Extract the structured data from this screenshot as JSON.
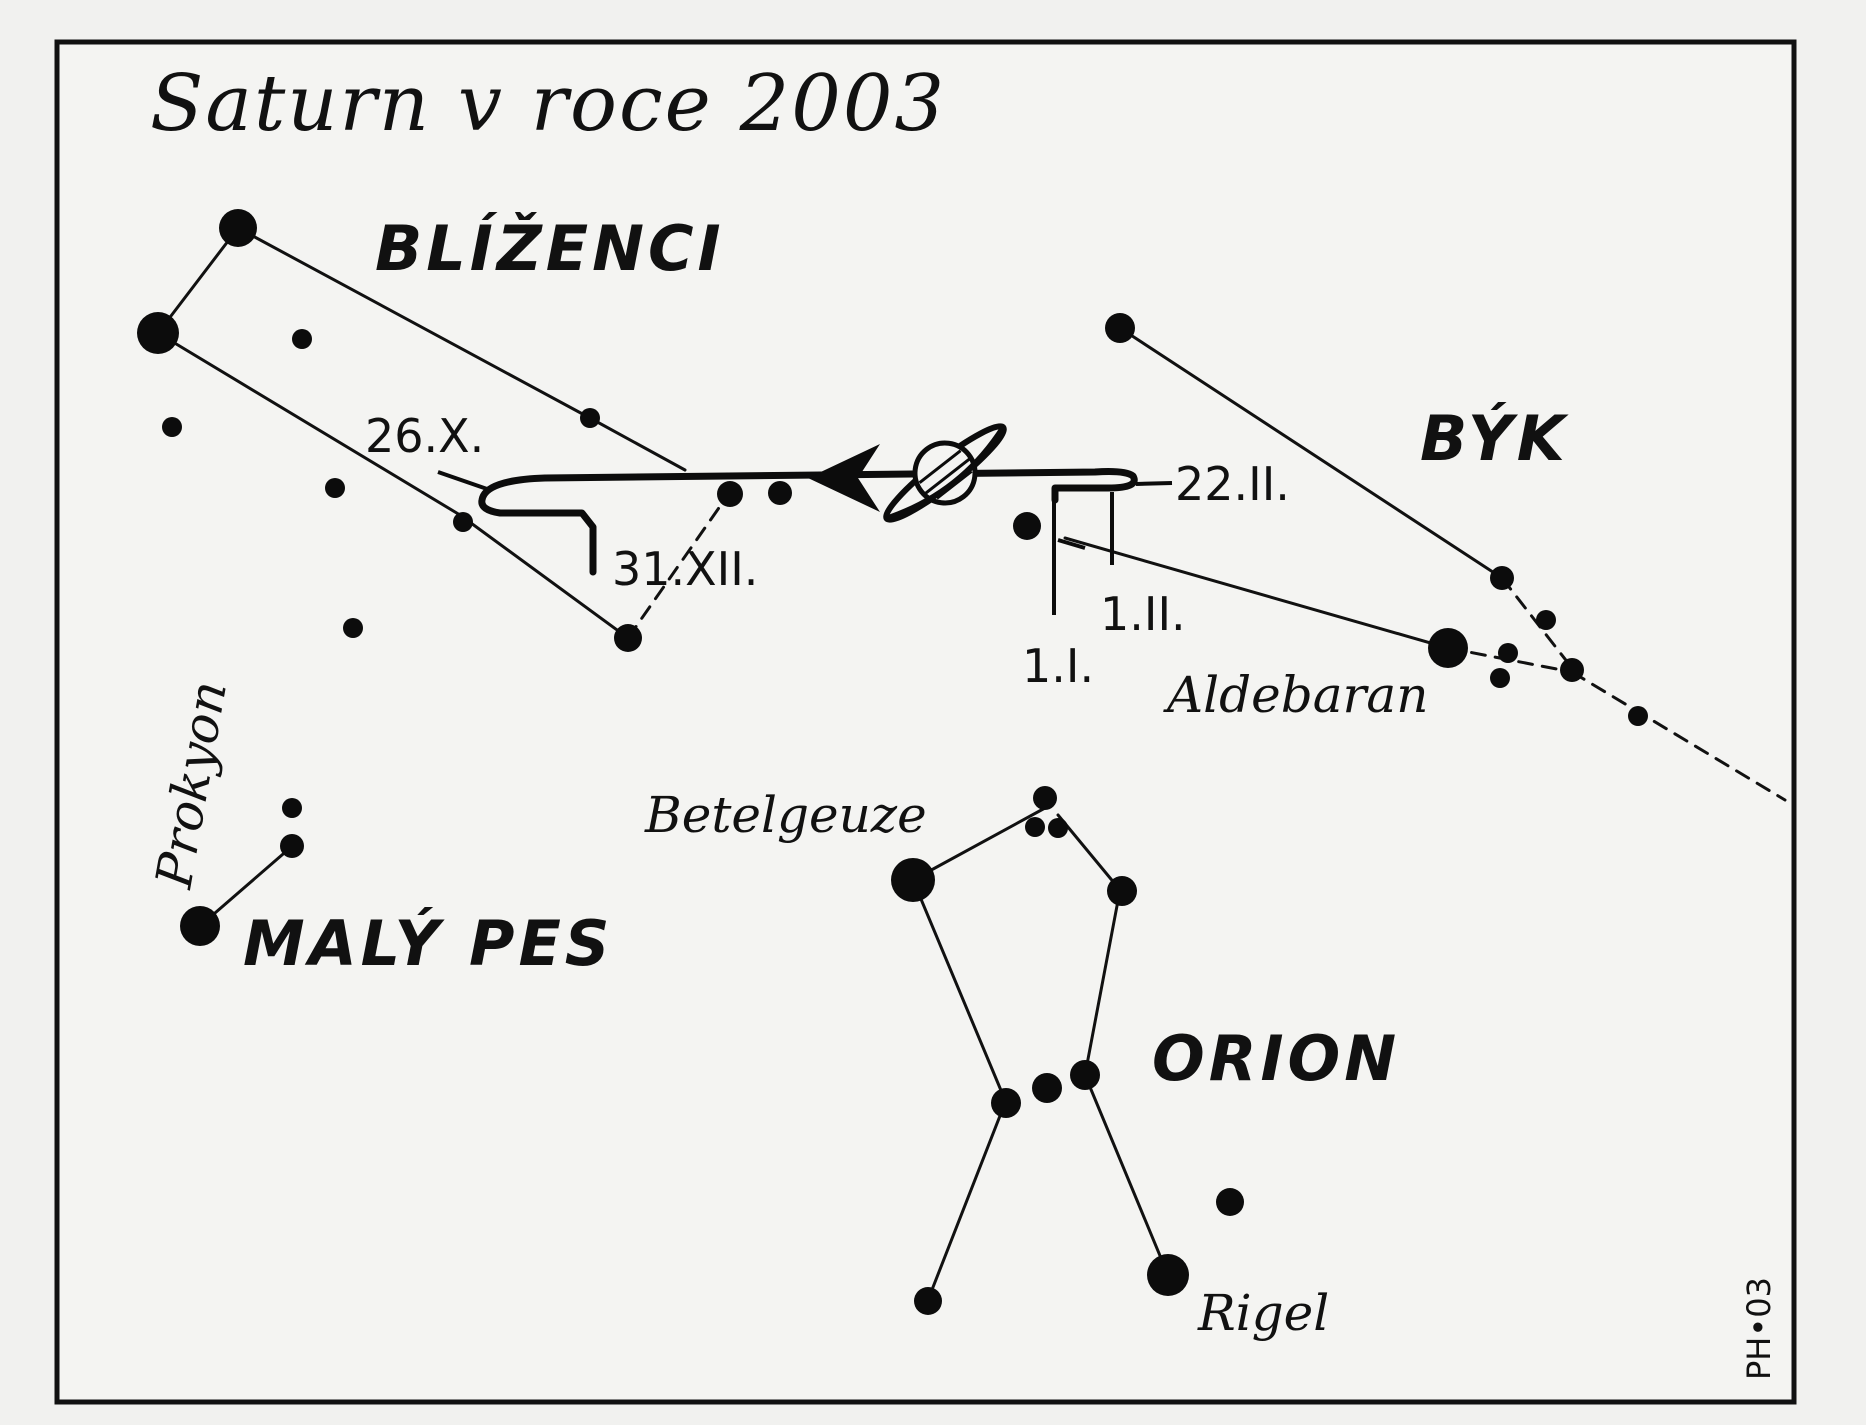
{
  "title": "Saturn v roce 2003",
  "constellations": {
    "gemini": "BLÍŽENCI",
    "taurus": "BÝK",
    "canis_minor": "MALÝ PES",
    "orion": "ORION"
  },
  "stars": {
    "aldebaran": "Aldebaran",
    "betelgeuse": "Betelgeuze",
    "rigel": "Rigel",
    "procyon": "Prokyon"
  },
  "path_dates": {
    "d1": "1.I.",
    "d2": "1.II.",
    "d3": "22.II.",
    "d4": "26.X.",
    "d5": "31.XII."
  },
  "signature": "PH•03",
  "planet_icon": "saturn-icon",
  "direction_icon": "arrow-left-icon"
}
